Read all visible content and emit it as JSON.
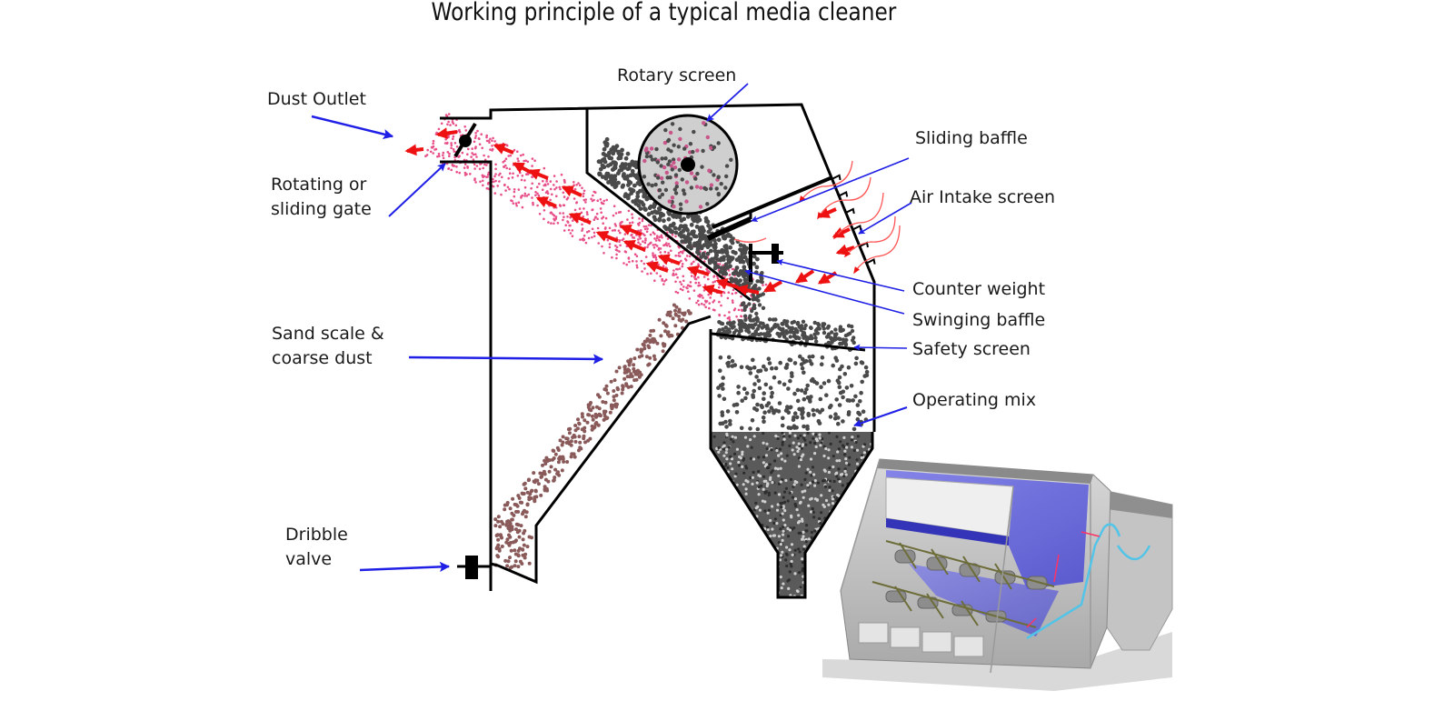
{
  "title": "Working principle of a typical media cleaner",
  "labels": {
    "dust_outlet": "Dust Outlet",
    "gate_line1": "Rotating or",
    "gate_line2": "sliding gate",
    "rotary_screen": "Rotary screen",
    "sliding_baffle": "Sliding baffle",
    "air_intake_screen": "Air Intake screen",
    "counter_weight": "Counter weight",
    "swinging_baffle": "Swinging baffle",
    "safety_screen": "Safety screen",
    "operating_mix": "Operating mix",
    "sand_line1": "Sand scale &",
    "sand_line2": "coarse dust",
    "dribble_line1": "Dribble",
    "dribble_line2": "valve"
  },
  "colors": {
    "outline": "#000000",
    "pointer_arrow": "#1f1fe6",
    "airflow_arrow": "#ee1111",
    "dust_particles": "#e8508a",
    "media_particles": "#4a4a4a",
    "sand_particles": "#8a5a5a",
    "rotary_screen_fill": "#cfcfcf",
    "machine_blue": "#6a6ae0",
    "machine_grey": "#bdbdbd"
  },
  "inset": {
    "description": "3D rendering of media cleaner machine"
  }
}
